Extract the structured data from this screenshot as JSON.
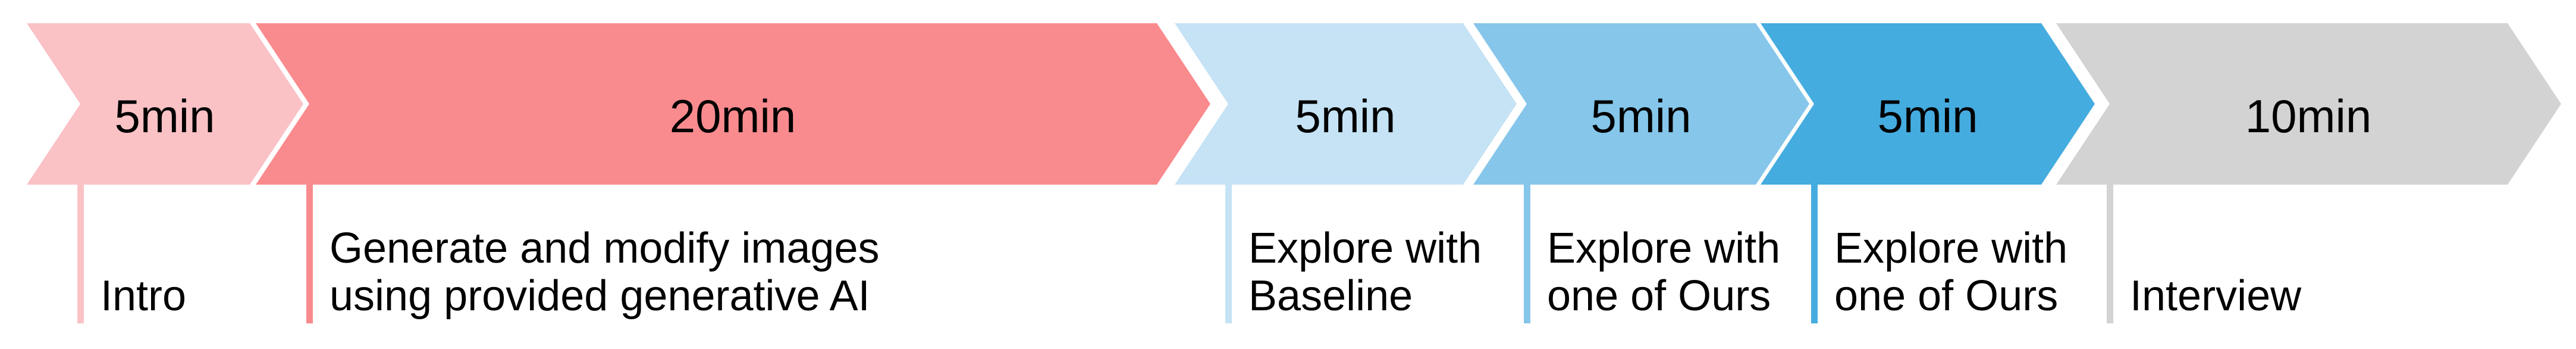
{
  "figure": {
    "title": "study-procedure-timeline",
    "background_color": "#FFFFFF",
    "text_color": "#000000",
    "phases": [
      {
        "duration": "5min",
        "label": "Intro",
        "color": "#FBC2C5"
      },
      {
        "duration": "20min",
        "label": "Generate and modify images\nusing provided generative AI",
        "color": "#F98B8E"
      },
      {
        "duration": "5min",
        "label": "Explore with\nBaseline",
        "color": "#C5E3F5"
      },
      {
        "duration": "5min",
        "label": "Explore with\none of Ours",
        "color": "#85C6EA"
      },
      {
        "duration": "5min",
        "label": "Explore with\none of Ours",
        "color": "#45ACDF"
      },
      {
        "duration": "10min",
        "label": "Interview",
        "color": "#D3D3D3"
      }
    ]
  }
}
